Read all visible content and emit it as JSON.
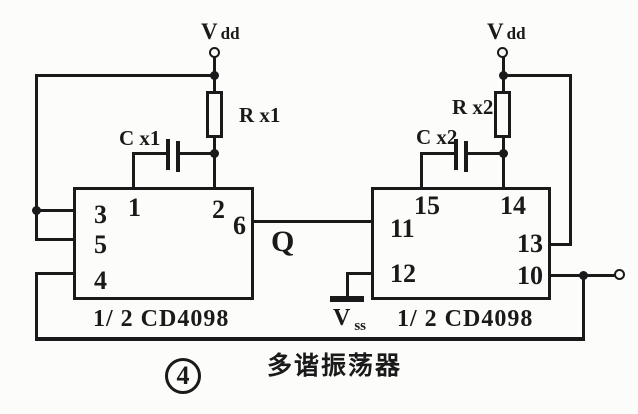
{
  "colors": {
    "ink": "#1a1a1a",
    "paper": "#fcfcfa"
  },
  "power": {
    "vdd_left": {
      "v": "V",
      "sub": "dd"
    },
    "vdd_right": {
      "v": "V",
      "sub": "dd"
    },
    "vss": {
      "v": "V",
      "sub": "ss"
    }
  },
  "components": {
    "resistor_left": "R x1",
    "resistor_right": "R x2",
    "capacitor_left": "C x1",
    "capacitor_right": "C x2",
    "output_q": "Q"
  },
  "ic_left": {
    "name": "1/ 2 CD4098",
    "pins": {
      "p1": "1",
      "p2": "2",
      "p3": "3",
      "p4": "4",
      "p5": "5",
      "p6": "6"
    }
  },
  "ic_right": {
    "name": "1/ 2 CD4098",
    "pins": {
      "p10": "10",
      "p11": "11",
      "p12": "12",
      "p13": "13",
      "p14": "14",
      "p15": "15"
    }
  },
  "caption": {
    "figure_number": "4",
    "title": "多谐振荡器"
  }
}
